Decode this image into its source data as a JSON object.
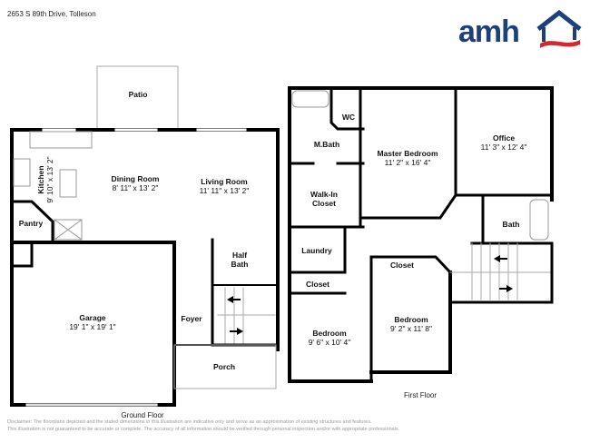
{
  "header": {
    "address": "2653 S 89th Drive, Tolleson",
    "logo_text": "amh",
    "logo_colors": {
      "primary": "#1d3f7a",
      "accent": "#d6262e"
    }
  },
  "ground_floor": {
    "caption": "Ground Floor",
    "rooms": {
      "patio": {
        "name": "Patio",
        "dim": ""
      },
      "kitchen": {
        "name": "Kitchen",
        "dim": "9' 10\" x 13' 2\""
      },
      "dining": {
        "name": "Dining Room",
        "dim": "8' 11\" x 13' 2\""
      },
      "living": {
        "name": "Living Room",
        "dim": "11' 11\" x 13' 2\""
      },
      "pantry": {
        "name": "Pantry",
        "dim": ""
      },
      "half_bath": {
        "name": "Half Bath",
        "name_l1": "Half",
        "name_l2": "Bath"
      },
      "garage": {
        "name": "Garage",
        "dim": "19' 1\" x 19' 1\""
      },
      "foyer": {
        "name": "Foyer"
      },
      "porch": {
        "name": "Porch"
      }
    }
  },
  "first_floor": {
    "caption": "First Floor",
    "rooms": {
      "wc": {
        "name": "WC"
      },
      "mbath": {
        "name": "M.Bath"
      },
      "master": {
        "name": "Master Bedroom",
        "dim": "11' 2\" x 16' 4\""
      },
      "office": {
        "name": "Office",
        "dim": "11' 3\" x 12' 4\""
      },
      "walkin": {
        "name_l1": "Walk-In",
        "name_l2": "Closet"
      },
      "bath": {
        "name": "Bath"
      },
      "laundry": {
        "name": "Laundry"
      },
      "closet1": {
        "name": "Closet"
      },
      "closet2": {
        "name": "Closet"
      },
      "bedroom1": {
        "name": "Bedroom",
        "dim": "9' 6\" x 10' 4\""
      },
      "bedroom2": {
        "name": "Bedroom",
        "dim": "9' 2\" x 11' 8\""
      }
    }
  },
  "footer": {
    "disclaimer_line1": "Disclaimer: The floorplans depicted and the stated dimensions in this illustration are indicative only and serve as an approximation of existing structures and features.",
    "disclaimer_line2": "This illustration is not guaranteed to be accurate or complete. The accuracy of all information should be verified through personal inspection and/or with appropriate professionals."
  }
}
